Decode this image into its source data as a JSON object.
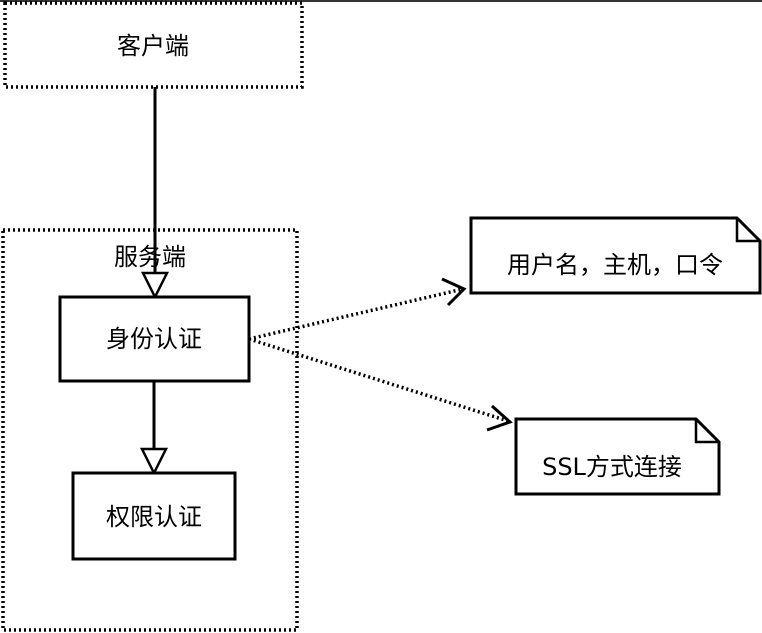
{
  "colors": {
    "stroke": "#000000",
    "background": "#ffffff"
  },
  "nodes": {
    "client": {
      "label": "客户端"
    },
    "server": {
      "label": "服务端"
    },
    "identity_auth": {
      "label": "身份认证"
    },
    "permission_auth": {
      "label": "权限认证"
    }
  },
  "notes": {
    "user_host_password": {
      "label": "用户名，主机，口令"
    },
    "ssl_connection": {
      "label": "SSL方式连接"
    }
  },
  "edges": [
    {
      "from": "客户端",
      "to": "身份认证",
      "style": "solid",
      "arrow": "hollow-triangle"
    },
    {
      "from": "身份认证",
      "to": "权限认证",
      "style": "solid",
      "arrow": "hollow-triangle"
    },
    {
      "from": "身份认证",
      "to": "用户名，主机，口令",
      "style": "dotted",
      "arrow": "open"
    },
    {
      "from": "身份认证",
      "to": "SSL方式连接",
      "style": "dotted",
      "arrow": "open"
    }
  ]
}
